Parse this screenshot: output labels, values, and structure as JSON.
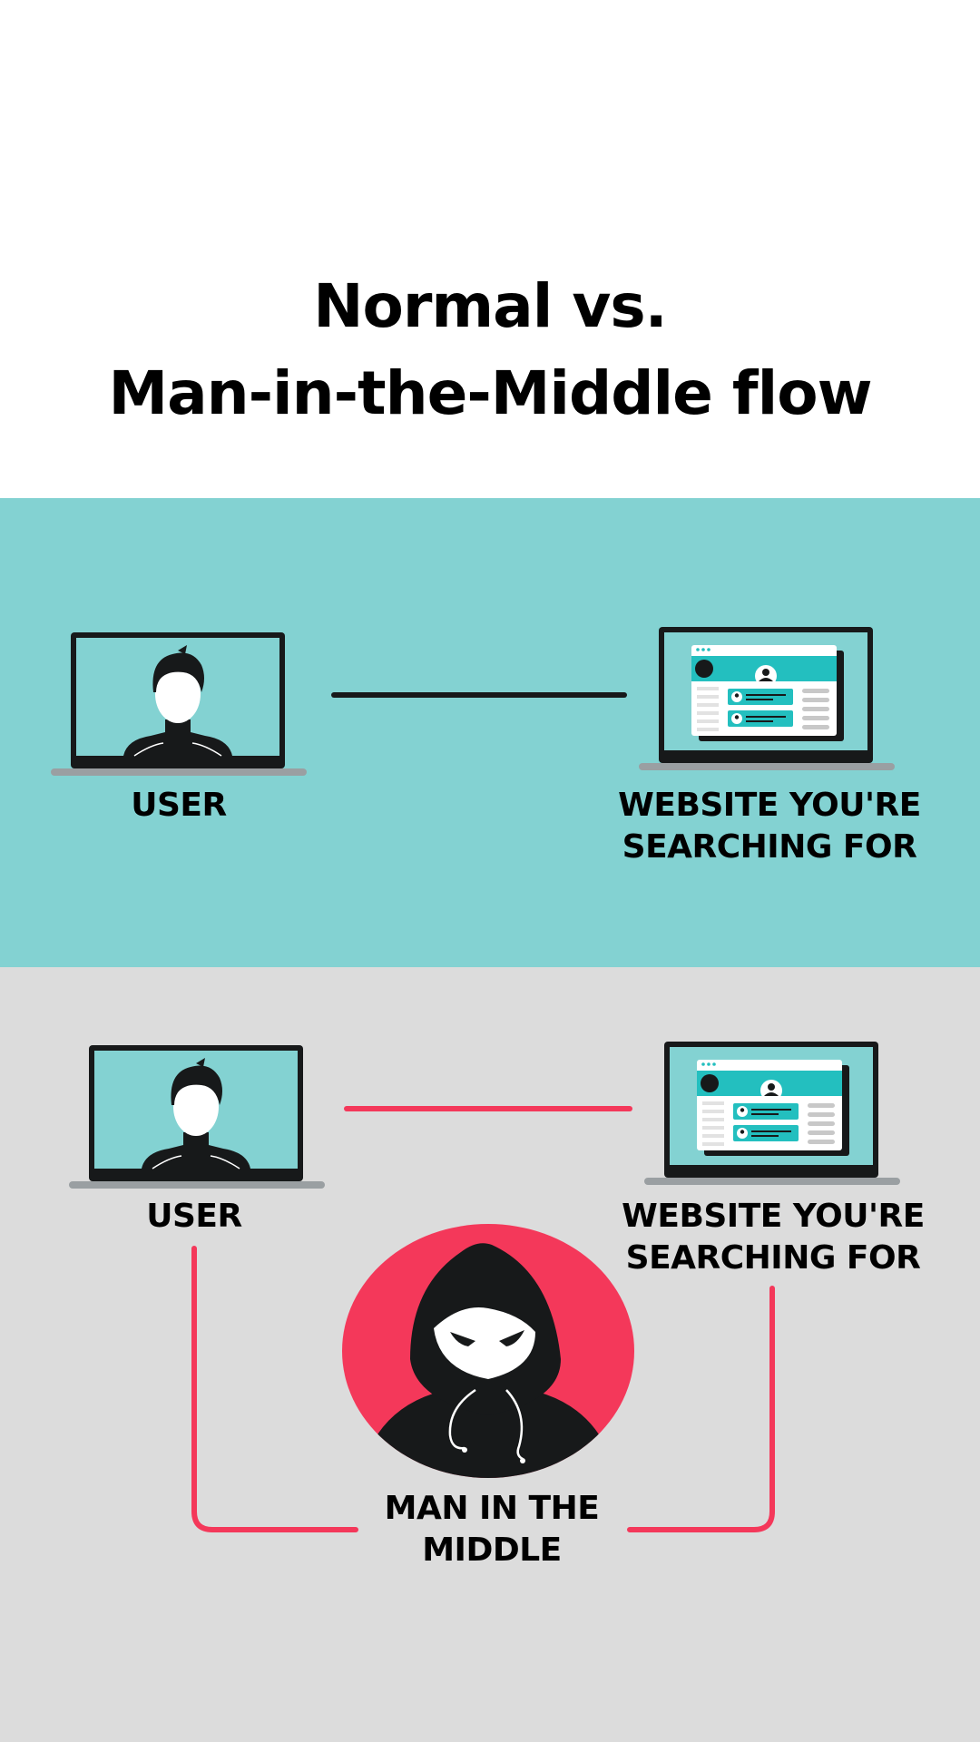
{
  "title": {
    "line1": "Normal vs.",
    "line2": "Man-in-the-Middle flow"
  },
  "colors": {
    "teal_band": "#83d2d2",
    "gray_band": "#dcdcdc",
    "accent_red": "#f4385a",
    "dark": "#17191a",
    "teal_panel": "#23bfbf"
  },
  "normal_flow": {
    "user_label": "USER",
    "website_label_line1": "WEBSITE YOU'RE",
    "website_label_line2": "SEARCHING FOR"
  },
  "mitm_flow": {
    "user_label": "USER",
    "website_label_line1": "WEBSITE YOU'RE",
    "website_label_line2": "SEARCHING FOR",
    "attacker_label_line1": "MAN IN THE",
    "attacker_label_line2": "MIDDLE"
  }
}
